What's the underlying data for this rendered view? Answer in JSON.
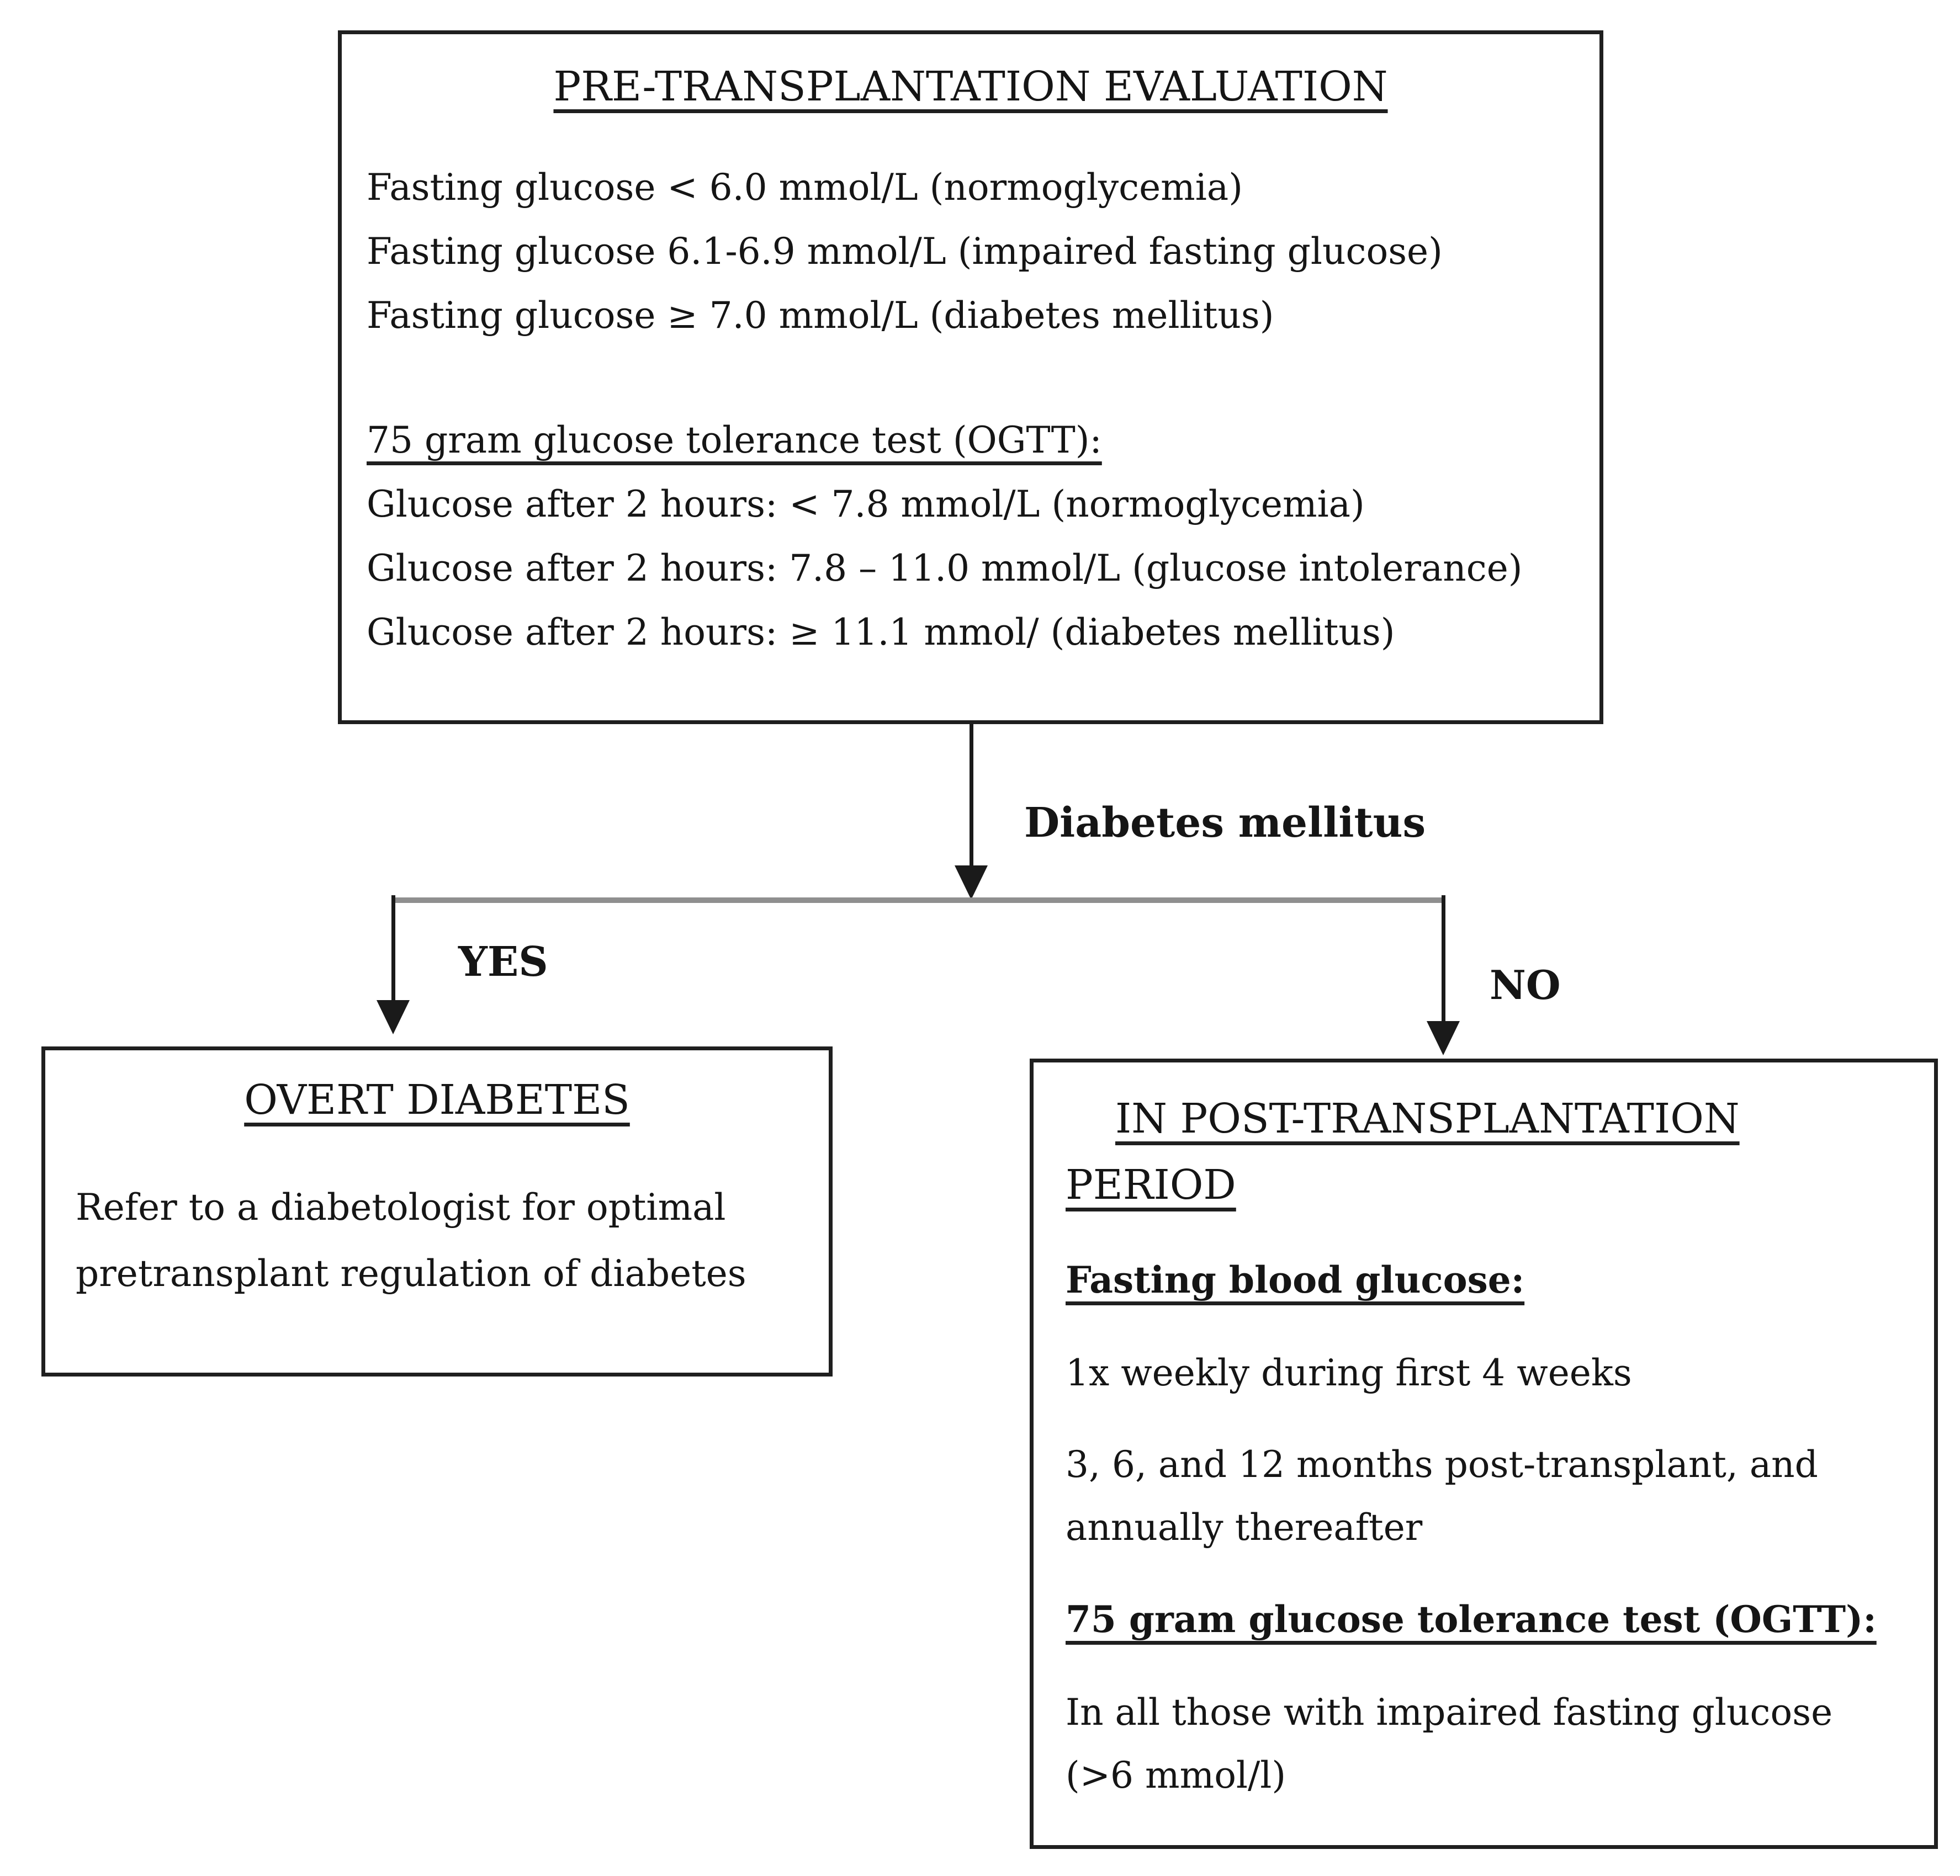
{
  "figure": {
    "background": "#ffffff",
    "line_color": "#1a1a1a",
    "connector_gray": "#8f8f8f",
    "text_color": "#151515"
  },
  "pre_box": {
    "title": "PRE-TRANSPLANTATION EVALUATION",
    "fasting_lines": [
      "Fasting glucose < 6.0 mmol/L (normoglycemia)",
      "Fasting glucose 6.1-6.9 mmol/L (impaired fasting glucose)",
      "Fasting glucose ≥ 7.0 mmol/L (diabetes mellitus)"
    ],
    "ogtt_heading": "75 gram glucose tolerance test (OGTT):",
    "ogtt_lines": [
      "Glucose after 2 hours: < 7.8 mmol/L (normoglycemia)",
      "Glucose after 2 hours: 7.8 – 11.0 mmol/L (glucose intolerance)",
      "Glucose after 2 hours: ≥ 11.1 mmol/ (diabetes mellitus)"
    ]
  },
  "decision": {
    "label": "Diabetes mellitus",
    "yes": "YES",
    "no": "NO"
  },
  "overt_box": {
    "title": "OVERT DIABETES",
    "lines": [
      "Refer to a diabetologist for optimal",
      "pretransplant regulation of diabetes"
    ]
  },
  "post_box": {
    "title_line1": "IN POST-TRANSPLANTATION",
    "title_line2": "PERIOD",
    "fbg_heading": "Fasting blood glucose:",
    "fbg_line1": "1x weekly during first 4 weeks",
    "fbg_wrap_lines": [
      "3, 6, and 12 months post-transplant, and",
      "annually thereafter"
    ],
    "ogtt_heading": "75 gram glucose tolerance test (OGTT):",
    "ogtt_wrap_lines": [
      "In all those with impaired fasting glucose",
      "(>6 mmol/l)"
    ]
  }
}
